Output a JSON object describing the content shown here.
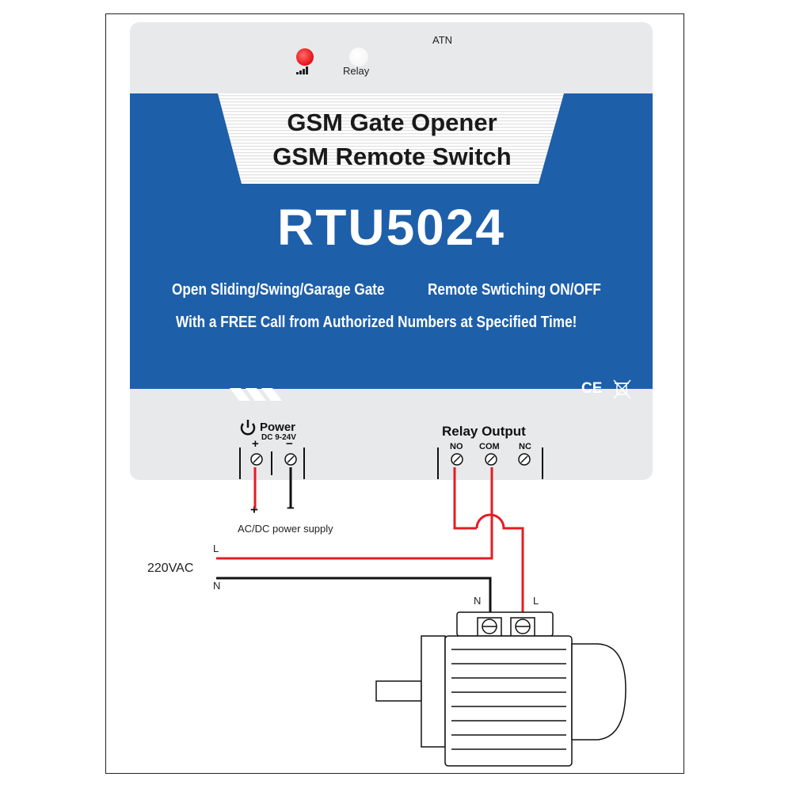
{
  "indicators": {
    "relay_label": "Relay",
    "antenna_label": "ATN"
  },
  "title": {
    "line1": "GSM Gate Opener",
    "line2": "GSM Remote Switch"
  },
  "model": "RTU5024",
  "features": {
    "line1_left": "Open Sliding/Swing/Garage Gate",
    "line1_right": "Remote Swtiching ON/OFF",
    "line2": "With a FREE Call from Authorized Numbers at Specified Time!"
  },
  "certification": {
    "ce": "CE"
  },
  "power": {
    "label": "Power",
    "voltage": "DC 9-24V",
    "plus": "+",
    "minus": "−",
    "supply_label": "AC/DC power supply"
  },
  "relay_output": {
    "label": "Relay Output",
    "terminals": [
      "NO",
      "COM",
      "NC"
    ]
  },
  "mains": {
    "voltage": "220VAC",
    "live": "L",
    "neutral": "N"
  },
  "motor": {
    "neutral": "N",
    "live": "L"
  },
  "colors": {
    "band": "#1e5faa",
    "device": "#e8e9eb",
    "wire_live": "#e51c23",
    "wire_neutral": "#111111",
    "led": "#e8141a"
  }
}
